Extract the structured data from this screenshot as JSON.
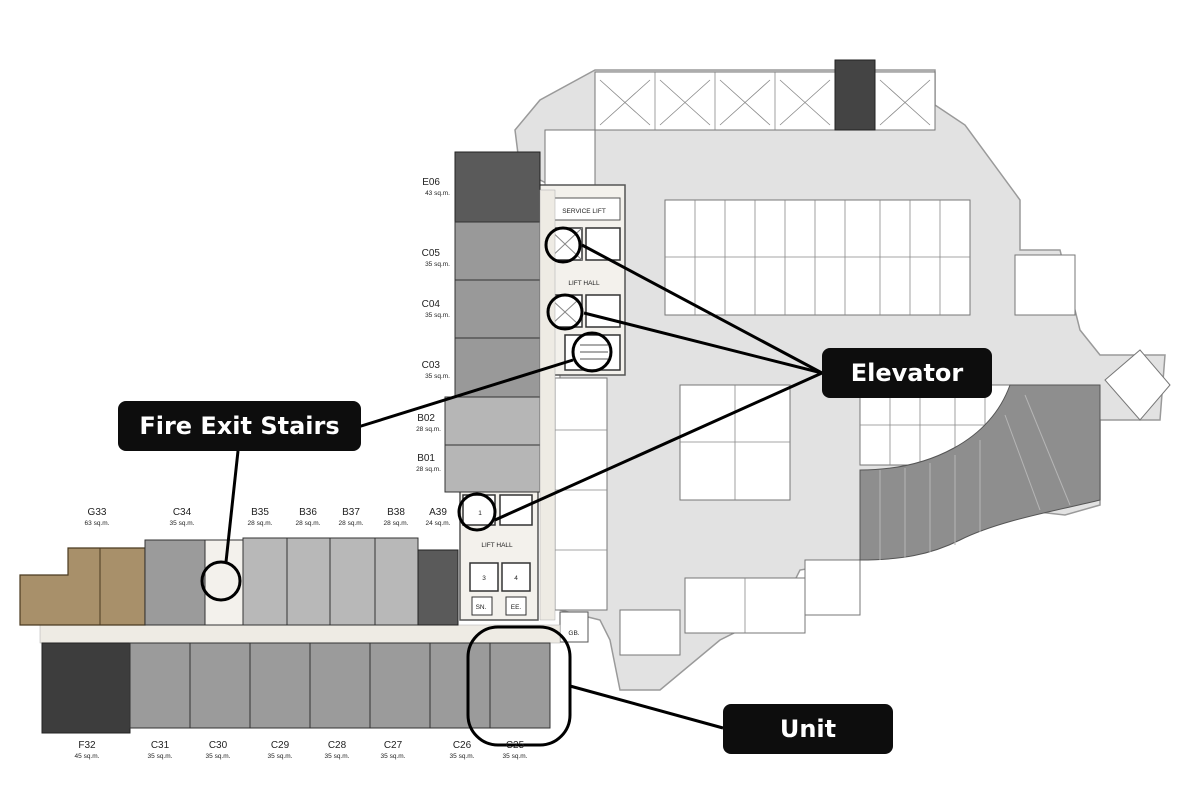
{
  "callouts": {
    "fire_exit": "Fire Exit Stairs",
    "elevator": "Elevator",
    "unit": "Unit"
  },
  "room_labels": {
    "service_lift": "SERVICE LIFT",
    "lift_hall_top": "LIFT HALL",
    "lift_hall_bottom": "LIFT HALL",
    "sn": "SN.",
    "ee": "EE.",
    "gb": "GB.",
    "lift1": "1",
    "lift3": "3",
    "lift4": "4"
  },
  "units_left_column": [
    {
      "code": "E06",
      "area": "43 sq.m."
    },
    {
      "code": "C05",
      "area": "35 sq.m."
    },
    {
      "code": "C04",
      "area": "35 sq.m."
    },
    {
      "code": "C03",
      "area": "35 sq.m."
    },
    {
      "code": "B02",
      "area": "28 sq.m."
    },
    {
      "code": "B01",
      "area": "28 sq.m."
    }
  ],
  "units_top_row": [
    {
      "code": "G33",
      "area": "63 sq.m."
    },
    {
      "code": "C34",
      "area": "35 sq.m."
    },
    {
      "code": "B35",
      "area": "28 sq.m."
    },
    {
      "code": "B36",
      "area": "28 sq.m."
    },
    {
      "code": "B37",
      "area": "28 sq.m."
    },
    {
      "code": "B38",
      "area": "28 sq.m."
    },
    {
      "code": "A39",
      "area": "24 sq.m."
    }
  ],
  "units_bottom_row": [
    {
      "code": "F32",
      "area": "45 sq.m."
    },
    {
      "code": "C31",
      "area": "35 sq.m."
    },
    {
      "code": "C30",
      "area": "35 sq.m."
    },
    {
      "code": "C29",
      "area": "35 sq.m."
    },
    {
      "code": "C28",
      "area": "35 sq.m."
    },
    {
      "code": "C27",
      "area": "35 sq.m."
    },
    {
      "code": "C26",
      "area": "35 sq.m."
    },
    {
      "code": "C25",
      "area": "35 sq.m."
    }
  ],
  "colors": {
    "callout_bg": "#0d0d0d",
    "callout_text": "#ffffff",
    "corridor": "#eeebe4",
    "unit_mid": "#9b9b9b",
    "unit_dark": "#4a4a4a",
    "unit_light": "#b8b8b8",
    "g33_unit": "#a8906a",
    "parking": "#d8d8d8",
    "parking_light": "#e6e6e6",
    "ramp": "#8e8e8e"
  }
}
